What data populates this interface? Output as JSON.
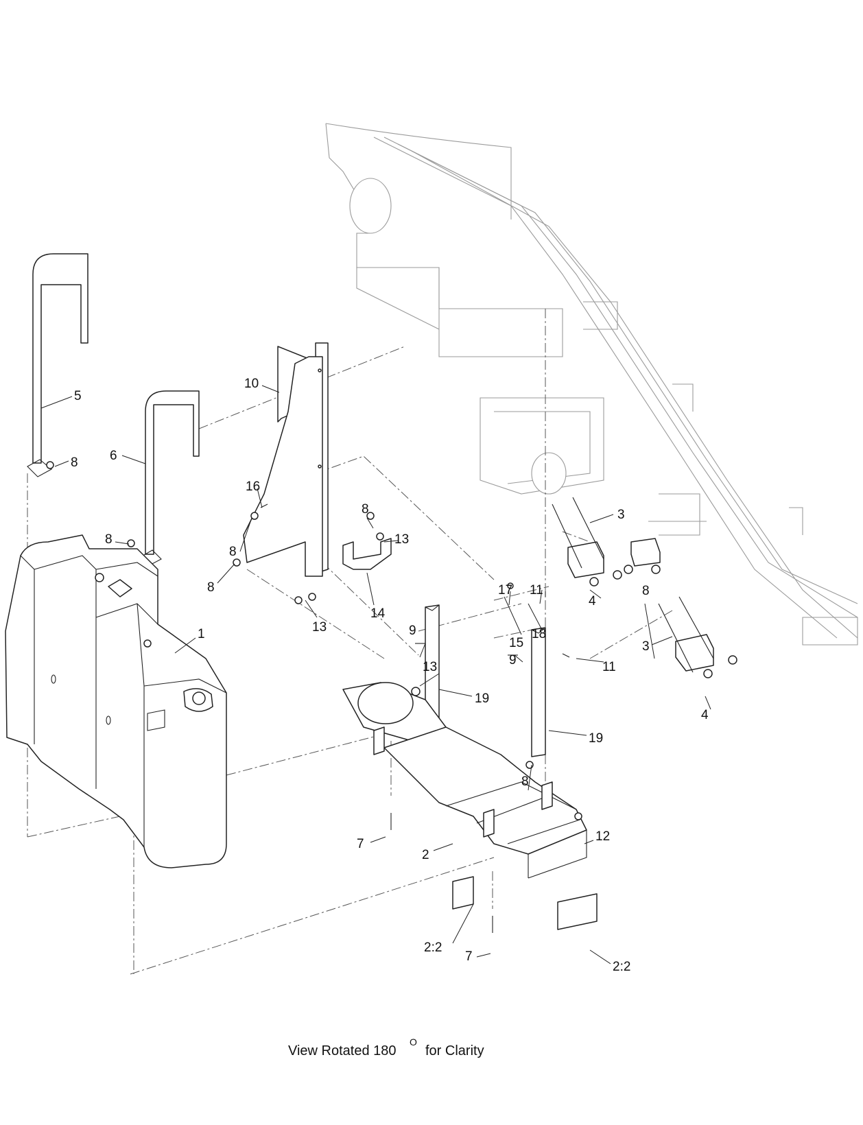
{
  "caption": {
    "text": "View Rotated 180",
    "degree_mark": "O",
    "suffix": "for Clarity"
  },
  "callouts": [
    "5",
    "8",
    "6",
    "8",
    "10",
    "16",
    "8",
    "8",
    "8",
    "13",
    "13",
    "14",
    "17",
    "11",
    "15",
    "18",
    "3",
    "4",
    "8",
    "3",
    "4",
    "1",
    "9",
    "13",
    "19",
    "9",
    "11",
    "19",
    "8",
    "7",
    "2",
    "12",
    "2:2",
    "7",
    "2:2"
  ]
}
